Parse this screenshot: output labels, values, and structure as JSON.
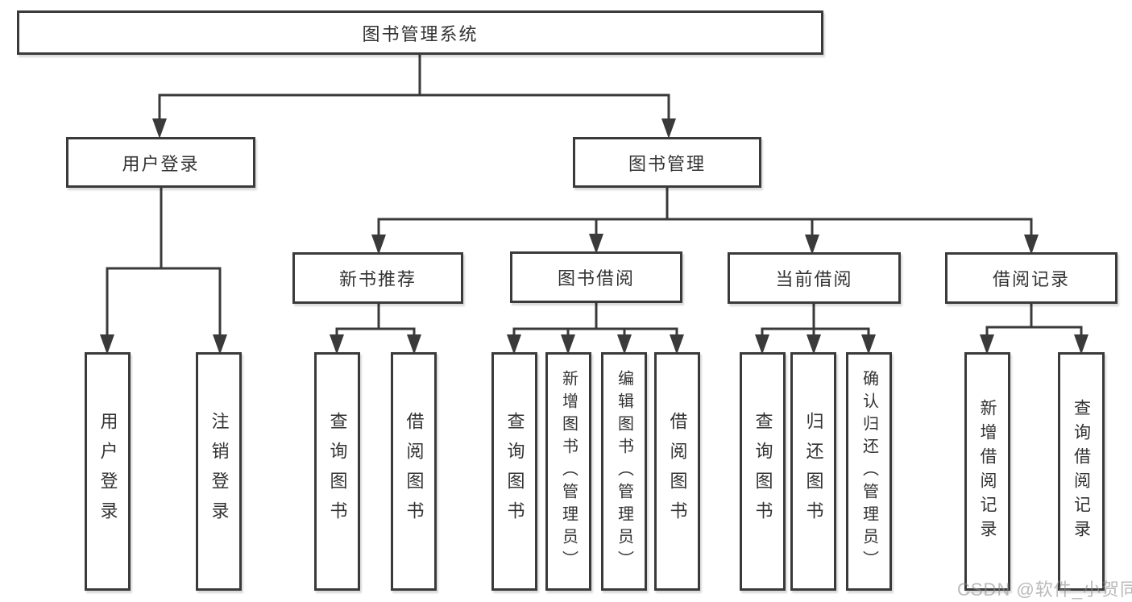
{
  "diagram": {
    "root": {
      "label": "图书管理系统"
    },
    "level2": [
      {
        "label": "用户登录"
      },
      {
        "label": "图书管理"
      }
    ],
    "level3": [
      {
        "label": "新书推荐"
      },
      {
        "label": "图书借阅"
      },
      {
        "label": "当前借阅"
      },
      {
        "label": "借阅记录"
      }
    ],
    "leaves": [
      {
        "label": "用户登录"
      },
      {
        "label": "注销登录"
      },
      {
        "label": "查询图书"
      },
      {
        "label": "借阅图书"
      },
      {
        "label": "查询图书"
      },
      {
        "label": "新增图书（管理员）"
      },
      {
        "label": "编辑图书（管理员）"
      },
      {
        "label": "借阅图书"
      },
      {
        "label": "查询图书"
      },
      {
        "label": "归还图书"
      },
      {
        "label": "确认归还（管理员）"
      },
      {
        "label": "新增借阅记录"
      },
      {
        "label": "查询借阅记录"
      }
    ]
  },
  "watermark": {
    "text": "CSDN @软件_小贺同学"
  },
  "colors": {
    "line": "#3a3a3a",
    "text": "#333333",
    "background": "#ffffff",
    "watermark": "#a8a8a8"
  }
}
